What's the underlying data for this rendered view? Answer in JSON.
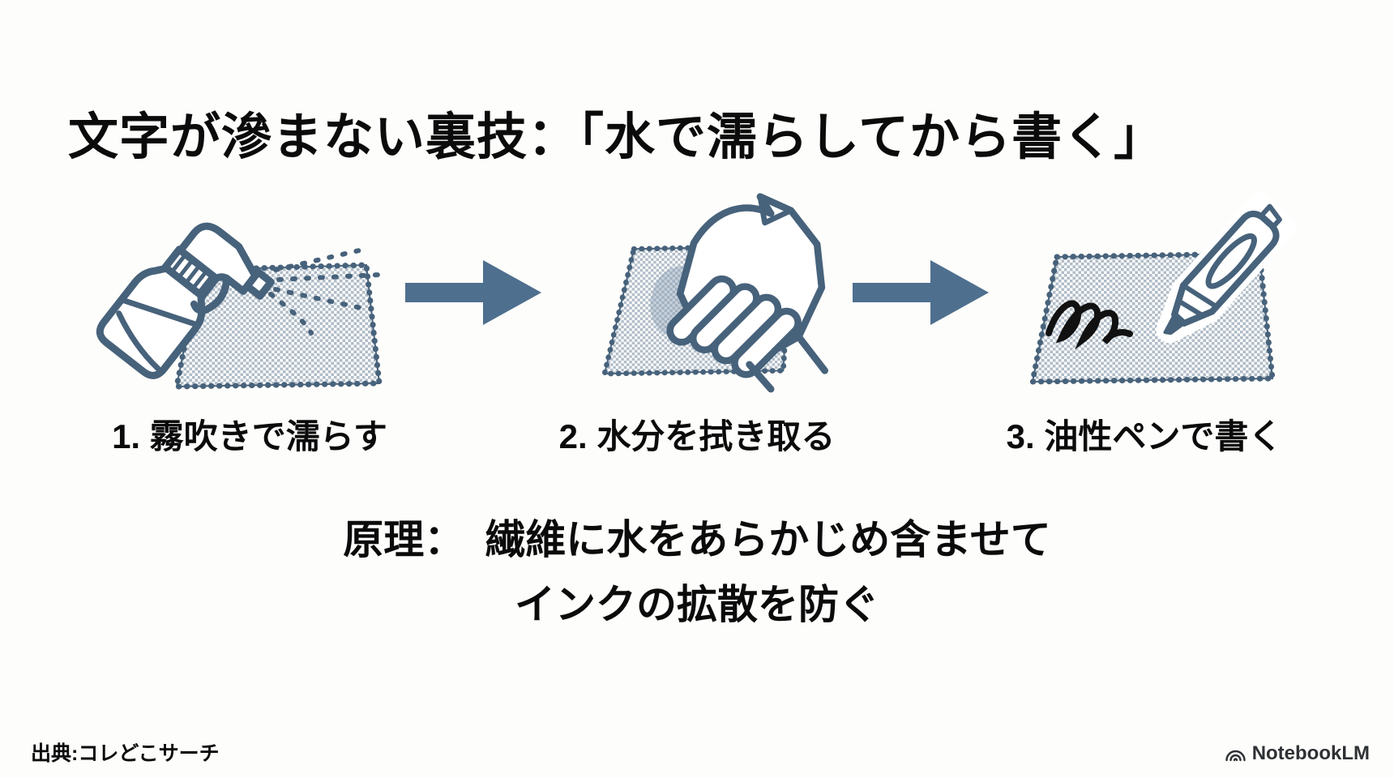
{
  "title": "文字が滲まない裏技：「水で濡らしてから書く」",
  "steps": [
    {
      "label": "1. 霧吹きで濡らす",
      "icon": "spray-bottle-fabric-icon"
    },
    {
      "label": "2. 水分を拭き取る",
      "icon": "wiping-hand-fabric-icon"
    },
    {
      "label": "3. 油性ペンで書く",
      "icon": "pen-writing-fabric-icon"
    }
  ],
  "arrows": {
    "icon": "right-arrow-icon"
  },
  "principle": {
    "line1": "原理：　繊維に水をあらかじめ含ませて",
    "line2": "インクの拡散を防ぐ"
  },
  "footer": {
    "source": "出典:コレどこサーチ",
    "brand": "NotebookLM",
    "brand_icon": "notebooklm-logo-icon"
  },
  "colors": {
    "illustration_stroke": "#47627b",
    "arrow": "#4e6f8e",
    "fabric_check": "#b0bcc7",
    "wet_spot": "#8fa3b8",
    "scribble": "#111111",
    "background": "#fdfdfb",
    "text": "#0b0b0b"
  }
}
